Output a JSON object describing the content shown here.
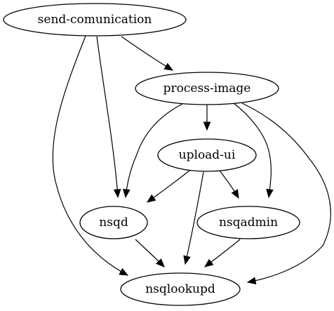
{
  "diagram": {
    "nodes": [
      {
        "id": "send-comunication",
        "label": "send-comunication"
      },
      {
        "id": "process-image",
        "label": "process-image"
      },
      {
        "id": "upload-ui",
        "label": "upload-ui"
      },
      {
        "id": "nsqd",
        "label": "nsqd"
      },
      {
        "id": "nsqadmin",
        "label": "nsqadmin"
      },
      {
        "id": "nsqlookupd",
        "label": "nsqlookupd"
      }
    ],
    "edges": [
      {
        "from": "send-comunication",
        "to": "process-image"
      },
      {
        "from": "send-comunication",
        "to": "nsqd"
      },
      {
        "from": "send-comunication",
        "to": "nsqlookupd"
      },
      {
        "from": "process-image",
        "to": "upload-ui"
      },
      {
        "from": "process-image",
        "to": "nsqd"
      },
      {
        "from": "process-image",
        "to": "nsqadmin"
      },
      {
        "from": "process-image",
        "to": "nsqlookupd"
      },
      {
        "from": "upload-ui",
        "to": "nsqd"
      },
      {
        "from": "upload-ui",
        "to": "nsqadmin"
      },
      {
        "from": "upload-ui",
        "to": "nsqlookupd"
      },
      {
        "from": "nsqd",
        "to": "nsqlookupd"
      },
      {
        "from": "nsqadmin",
        "to": "nsqlookupd"
      }
    ]
  }
}
